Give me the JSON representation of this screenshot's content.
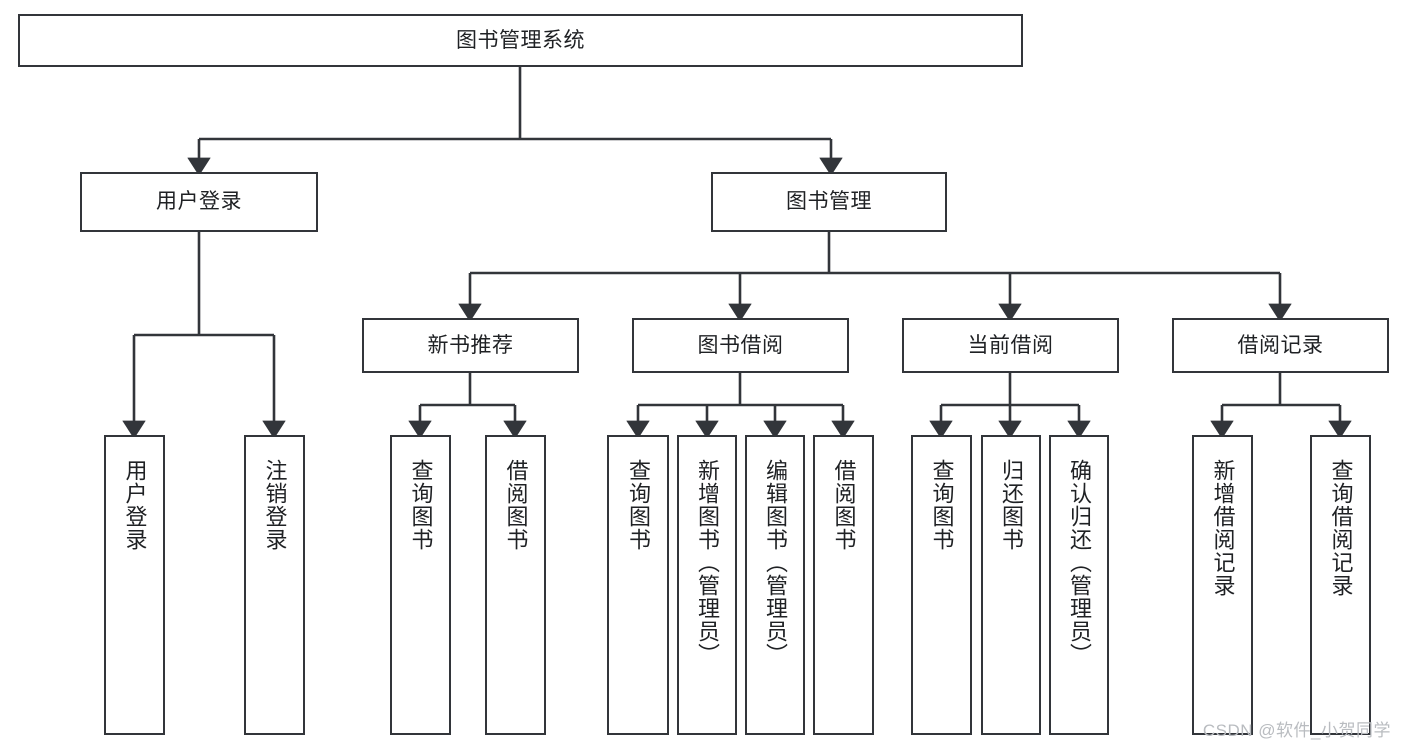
{
  "diagram": {
    "title": "图书管理系统",
    "type": "hierarchy-tree",
    "watermark": "CSDN @软件_小贺同学",
    "colors": {
      "stroke": "#32353a",
      "fill": "#ffffff",
      "text": "#1f2124",
      "watermark": "#b9bcc0"
    },
    "levels": {
      "root": {
        "label": "图书管理系统"
      },
      "level2": [
        {
          "label": "用户登录"
        },
        {
          "label": "图书管理"
        }
      ],
      "level3": [
        {
          "label": "新书推荐"
        },
        {
          "label": "图书借阅"
        },
        {
          "label": "当前借阅"
        },
        {
          "label": "借阅记录"
        }
      ],
      "leaves": [
        {
          "label": "用户登录"
        },
        {
          "label": "注销登录"
        },
        {
          "label": "查询图书"
        },
        {
          "label": "借阅图书"
        },
        {
          "label": "查询图书"
        },
        {
          "label": "新增图书（管理员）"
        },
        {
          "label": "编辑图书（管理员）"
        },
        {
          "label": "借阅图书"
        },
        {
          "label": "查询图书"
        },
        {
          "label": "归还图书"
        },
        {
          "label": "确认归还（管理员）"
        },
        {
          "label": "新增借阅记录"
        },
        {
          "label": "查询借阅记录"
        }
      ]
    }
  }
}
